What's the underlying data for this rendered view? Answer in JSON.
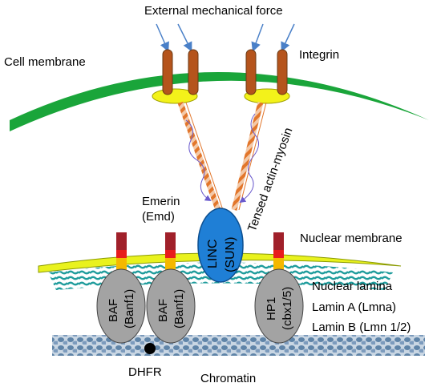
{
  "labels": {
    "external_force": "External mechanical force",
    "cell_membrane": "Cell membrane",
    "integrin": "Integrin",
    "tensed_actin_myosin": "Tensed actin-myosin",
    "emerin_line1": "Emerin",
    "emerin_line2": "(Emd)",
    "linc_line1": "LINC",
    "linc_line2": "(SUN)",
    "nuclear_membrane": "Nuclear membrane",
    "nuclear_lamina": "Nuclear lamina",
    "lamin_a": "Lamin A (Lmna)",
    "lamin_b": "Lamin B (Lmn 1/2)",
    "baf1_line1": "BAF",
    "baf1_line2": "(Banf1)",
    "baf2_line1": "BAF",
    "baf2_line2": "(Banf1)",
    "hp1_line1": "HP1",
    "hp1_line2": "(cbx1/5)",
    "dhfr": "DHFR",
    "chromatin": "Chromatin"
  },
  "colors": {
    "cell_membrane": "#1aa53a",
    "integrin_fill": "#b5541c",
    "integrin_stroke": "#6b3a14",
    "integrin_pad": "#f3f21a",
    "actin_stripe_a": "#e2762b",
    "actin_stripe_b": "#f3c9a8",
    "linc": "#1f7fd6",
    "nuclear_membrane": "#e9f21e",
    "lamina": "#1f9c9c",
    "emerin_top": "#a0202a",
    "emerin_mid": "#e81c1c",
    "emerin_base": "#f5b800",
    "protein_gray": "#a3a3a3",
    "chromatin": "#6d8fb3",
    "force_arrow": "#4a80c8"
  }
}
